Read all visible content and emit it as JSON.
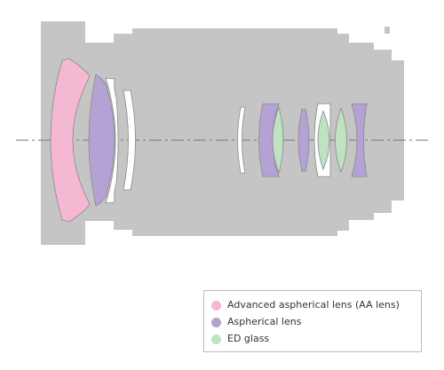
{
  "colors": {
    "barrel": "#c5c5c5",
    "lens_outline": "#8a8a8a",
    "plain_glass": "#ffffff",
    "aa_lens": "#f4b8d2",
    "aspherical_lens": "#b3a2d3",
    "ed_glass": "#bfe2c2",
    "axis": "#777777"
  },
  "legend": {
    "items": [
      {
        "key": "aa_lens",
        "label": "Advanced aspherical lens (AA lens)",
        "color": "#f4b8d2"
      },
      {
        "key": "aspherical_lens",
        "label": "Aspherical lens",
        "color": "#b3a2d3"
      },
      {
        "key": "ed_glass",
        "label": "ED glass",
        "color": "#bfe2c2"
      }
    ]
  }
}
